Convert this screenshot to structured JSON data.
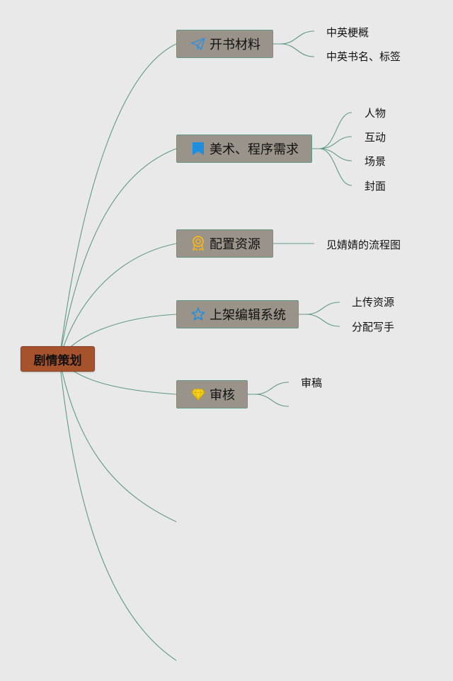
{
  "root": {
    "label": "剧情策划"
  },
  "topics": [
    {
      "label": "开书材料",
      "icon": "paper-plane-icon",
      "children": [
        "中英梗概",
        "中英书名、标签"
      ]
    },
    {
      "label": "美术、程序需求",
      "icon": "blue-flag-icon",
      "children": [
        "人物",
        "互动",
        "场景",
        "封面"
      ]
    },
    {
      "label": "配置资源",
      "icon": "award-badge-icon",
      "children": [
        "见婧婧的流程图"
      ]
    },
    {
      "label": "上架编辑系统",
      "icon": "star-outline-icon",
      "children": [
        "上传资源",
        "分配写手"
      ]
    },
    {
      "label": "审核",
      "icon": "diamond-icon",
      "children": [
        "审稿",
        ""
      ]
    }
  ],
  "colors": {
    "background": "#e9e9e9",
    "root_fill": "#a5522d",
    "topic_fill": "#9a9389",
    "connector": "#5f9a86"
  }
}
